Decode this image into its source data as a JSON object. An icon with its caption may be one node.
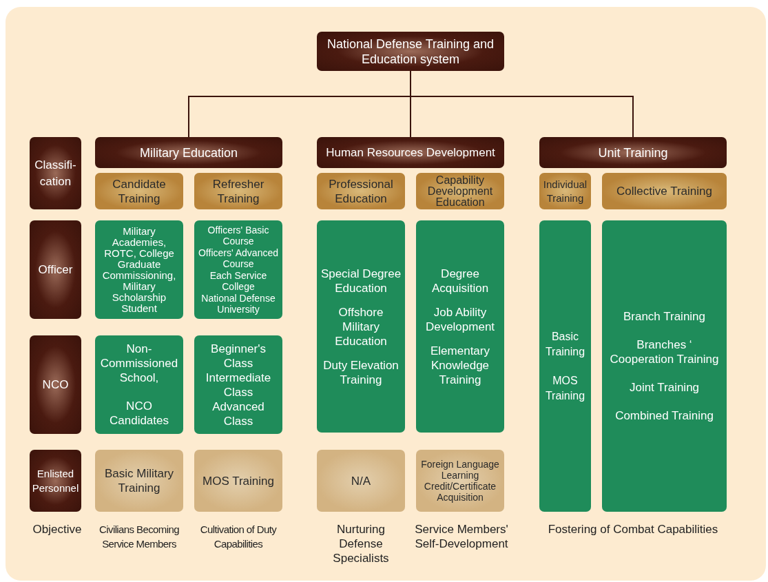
{
  "diagram": {
    "nodes": [
      {
        "text": [
          "National Defense Training and Education system"
        ]
      },
      {
        "text": [
          "Military Education"
        ]
      },
      {
        "text": [
          "Human Resources Development"
        ]
      },
      {
        "text": [
          "Unit Training"
        ]
      },
      {
        "text": [
          "Classifi- cation"
        ]
      },
      {
        "text": [
          "Candidate Training"
        ]
      },
      {
        "text": [
          "Refresher Training"
        ]
      },
      {
        "text": [
          "Professional Education"
        ]
      },
      {
        "text": [
          "Capability Development Education"
        ]
      },
      {
        "text": [
          "Individual Training"
        ]
      },
      {
        "text": [
          "Collective Training"
        ]
      },
      {
        "text": [
          "Officer"
        ]
      },
      {
        "text": [
          "Military Academies, ROTC, College Graduate Commissioning, Military Scholarship Student"
        ]
      },
      {
        "text": [
          "Officers' Basic Course",
          "Officers' Advanced Course",
          "Each Service College",
          "National Defense University"
        ]
      },
      {
        "text": [
          "Special Degree Education",
          "Offshore Military Education",
          "Duty Elevation Training"
        ]
      },
      {
        "text": [
          "Degree Acquisition",
          "Job Ability Development",
          "Elementary Knowledge Training"
        ]
      },
      {
        "text": [
          "Basic Training",
          "MOS Training"
        ]
      },
      {
        "text": [
          "Branch Training",
          "Branches ‘ Cooperation Training",
          "Joint Training",
          "Combined Training"
        ]
      },
      {
        "text": [
          "NCO"
        ]
      },
      {
        "text": [
          "Non-Commissioned School,",
          "NCO Candidates"
        ]
      },
      {
        "text": [
          "Beginner's Class",
          "Intermediate Class",
          "Advanced Class"
        ]
      },
      {
        "text": [
          "Enlisted Personnel"
        ]
      },
      {
        "text": [
          "Basic Military Training"
        ]
      },
      {
        "text": [
          "MOS Training"
        ]
      },
      {
        "text": [
          "N/A"
        ]
      },
      {
        "text": [
          "Foreign Language Learning Credit/Certificate Acquisition"
        ]
      }
    ],
    "edges": [
      {
        "from": 0,
        "to": 1,
        "arrow": "none"
      },
      {
        "from": 0,
        "to": 2,
        "arrow": "none"
      },
      {
        "from": 0,
        "to": 3,
        "arrow": "none"
      }
    ],
    "labels": [
      "Objective",
      "Civilians Becoming Service Members",
      "Cultivation of Duty Capabilities",
      "Nurturing Defense Specialists",
      "Service Members' Self-Development",
      "Fostering of Combat Capabilities"
    ]
  }
}
